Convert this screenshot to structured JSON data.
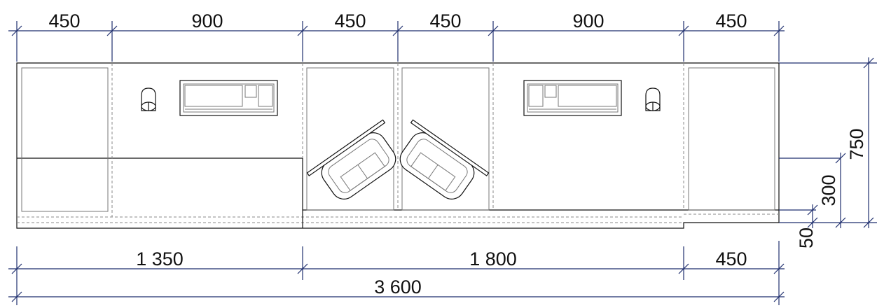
{
  "dimensions": {
    "top": [
      "450",
      "900",
      "450",
      "450",
      "900",
      "450"
    ],
    "bottom": [
      "1 350",
      "1 800",
      "450"
    ],
    "total": "3 600",
    "right": [
      "750",
      "300",
      "50"
    ]
  }
}
